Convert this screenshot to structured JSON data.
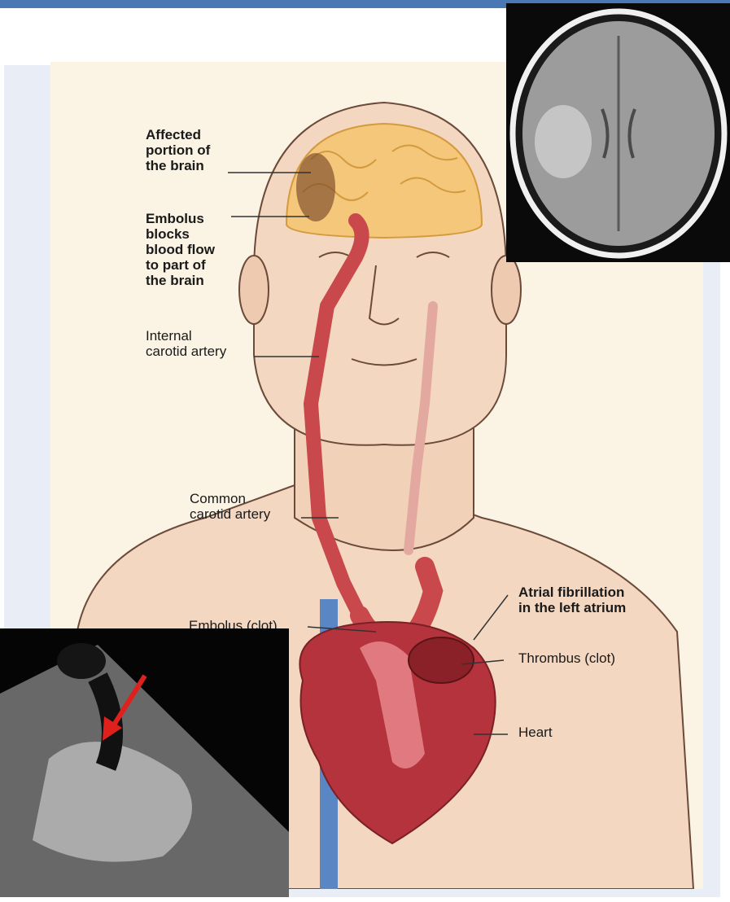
{
  "labels": {
    "affected": "Affected\nportion of\nthe brain",
    "embolus_blocks": "Embolus\nblocks\nblood flow\nto part of\nthe brain",
    "internal_carotid": "Internal\ncarotid artery",
    "common_carotid": "Common\ncarotid artery",
    "embolus_clot": "Embolus (clot)",
    "afib": "Atrial fibrillation\nin the left atrium",
    "thrombus": "Thrombus (clot)",
    "heart": "Heart"
  },
  "colors": {
    "topbar": "#4a78b4",
    "panel": "#e9eef6",
    "illustration_bg": "#fbf3e3",
    "skin": "#f3d7c0",
    "brain": "#f5c77a",
    "artery": "#c9484c",
    "vein": "#5b86c4",
    "arrow": "#e0201c"
  }
}
